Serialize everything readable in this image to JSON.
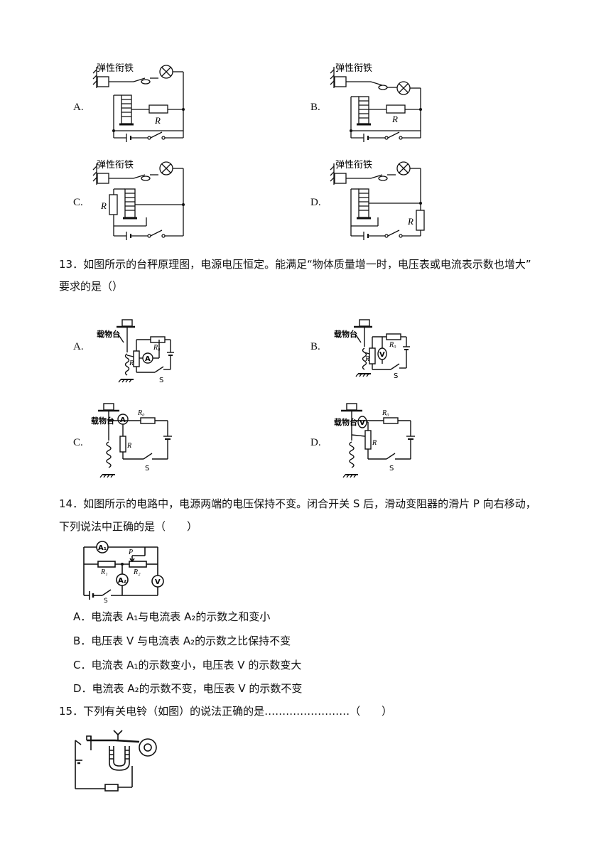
{
  "q12": {
    "options": [
      {
        "label": "A.",
        "armature": "弹性衔铁",
        "resistor": "R"
      },
      {
        "label": "B.",
        "armature": "弹性衔铁",
        "resistor": "R"
      },
      {
        "label": "C.",
        "armature": "弹性衔铁",
        "resistor": "R"
      },
      {
        "label": "D.",
        "armature": "弹性衔铁",
        "resistor": "R"
      }
    ]
  },
  "q13": {
    "line1": "13．如图所示的台秤原理图，电源电压恒定。能满足“物体质量增一时，电压表或电流表示数也增大”",
    "line2": "要求的是（）",
    "options": [
      {
        "label": "A.",
        "platform": "载物台",
        "meter": "A",
        "r": "R",
        "r0": "R₀",
        "switch": "S"
      },
      {
        "label": "B.",
        "platform": "载物台",
        "meter": "V",
        "r": "R",
        "r0": "R₀",
        "switch": "S"
      },
      {
        "label": "C.",
        "platform": "载物台",
        "meter": "A",
        "r": "R",
        "r0": "R₀",
        "switch": "S"
      },
      {
        "label": "D.",
        "platform": "载物台",
        "meter": "V",
        "r": "R",
        "r0": "R₀",
        "switch": "S"
      }
    ]
  },
  "q14": {
    "line1": "14．如图所示的电路中，电源两端的电压保持不变。闭合开关 S 后，滑动变阻器的滑片 P 向右移动，",
    "line2": "下列说法中正确的是（　　）",
    "figure": {
      "a1": "A₁",
      "a2": "A₂",
      "v": "V",
      "r1": "R₁",
      "r2": "R₂",
      "p": "P",
      "s": "S"
    },
    "choices": [
      "A．电流表 A₁与电流表 A₂的示数之和变小",
      "B．电压表 V 与电流表 A₂的示数之比保持不变",
      "C．电流表 A₁的示数变小，电压表 V 的示数变大",
      "D．电流表 A₂的示数不变，电压表 V 的示数不变"
    ]
  },
  "q15": {
    "line1": "15．下列有关电铃（如图）的说法正确的是……………………（　　）"
  }
}
